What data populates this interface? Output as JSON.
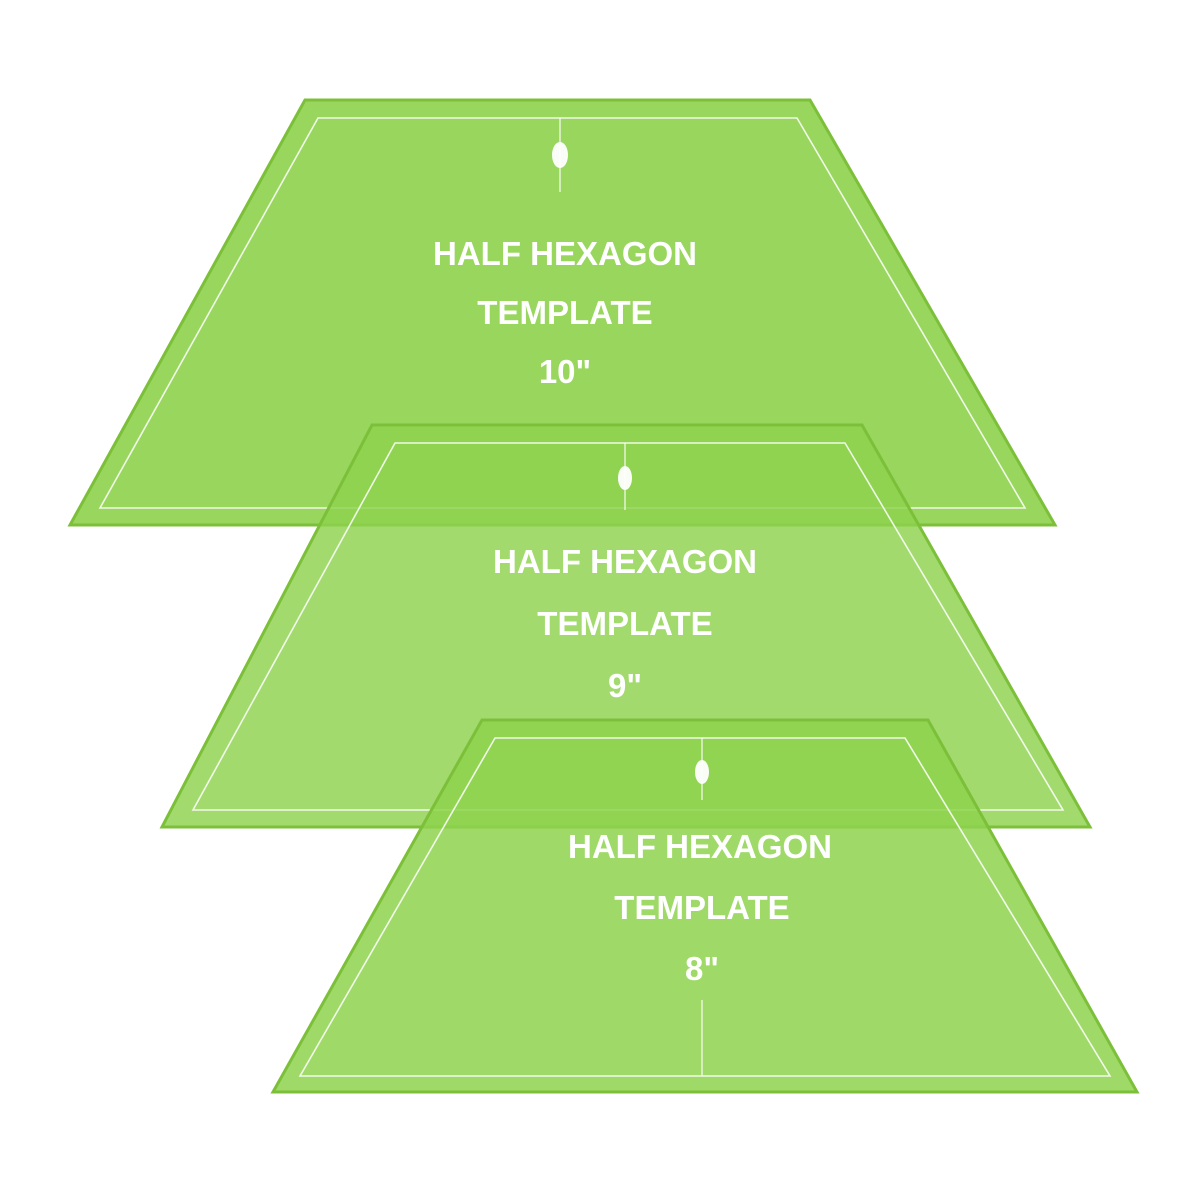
{
  "product": {
    "accent_color": "#8ed24f",
    "edge_color": "#7fc23d",
    "templates": [
      {
        "size": "10\"",
        "line1": "HALF HEXAGON",
        "line2": "TEMPLATE",
        "line3": "10\""
      },
      {
        "size": "9\"",
        "line1": "HALF HEXAGON",
        "line2": "TEMPLATE",
        "line3": "9\""
      },
      {
        "size": "8\"",
        "line1": "HALF HEXAGON",
        "line2": "TEMPLATE",
        "line3": "8\""
      }
    ]
  }
}
